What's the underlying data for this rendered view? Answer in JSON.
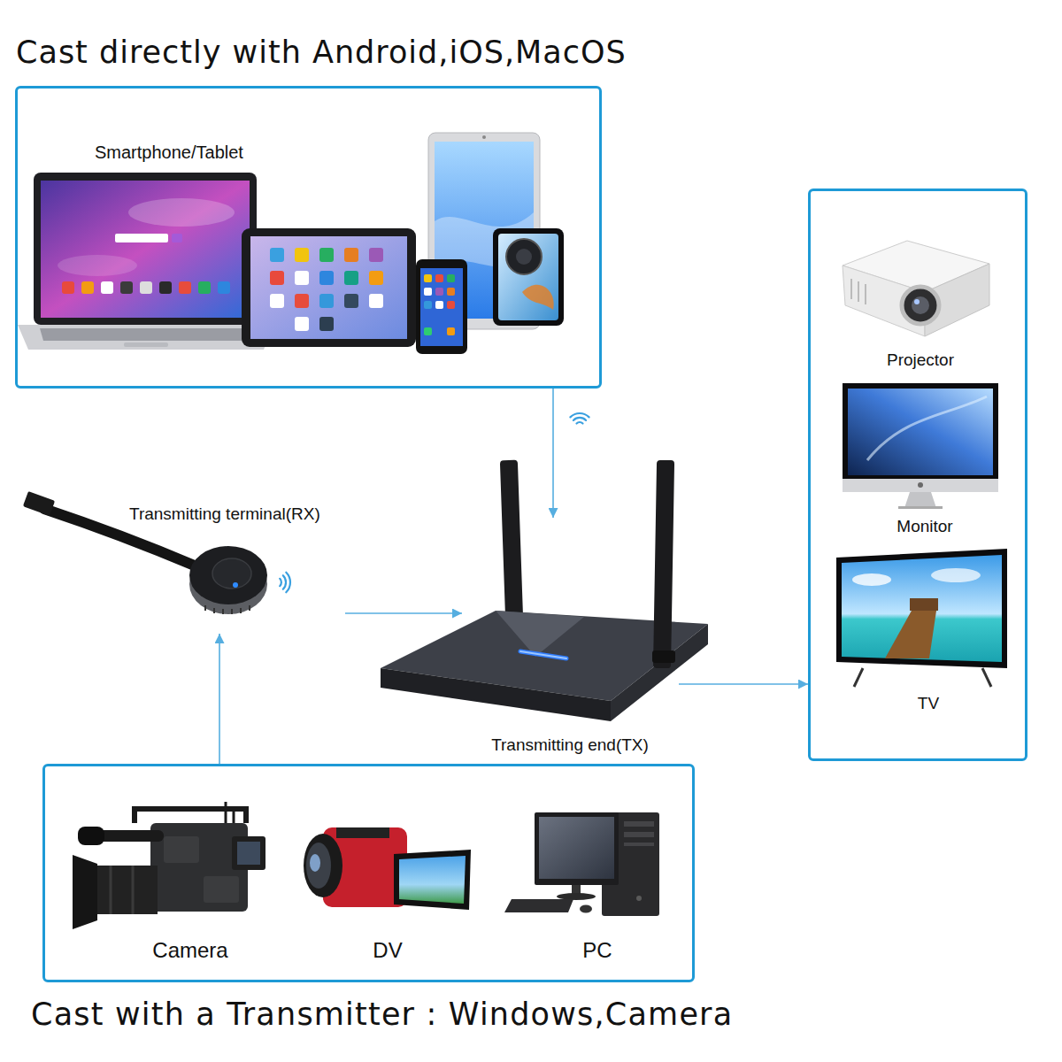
{
  "diagram": {
    "title": "Cast directly with Android,iOS,MacOS",
    "caption": "Cast with a Transmitter : Windows,Camera",
    "nodes": [
      {
        "text": [
          "Smartphone/Tablet"
        ]
      },
      {
        "text": [
          "Transmitting terminal(RX)"
        ]
      },
      {
        "text": [
          "Transmitting end(TX)"
        ]
      },
      {
        "text": [
          "Projector",
          "Monitor",
          "TV"
        ]
      },
      {
        "text": [
          "Camera",
          "DV",
          "PC"
        ]
      }
    ],
    "edges": [
      {
        "from": 0,
        "to": 2,
        "arrow": "to"
      },
      {
        "from": 1,
        "to": 2,
        "arrow": "to"
      },
      {
        "from": 2,
        "to": 3,
        "arrow": "to"
      },
      {
        "from": 4,
        "to": 1,
        "arrow": "to"
      }
    ]
  }
}
